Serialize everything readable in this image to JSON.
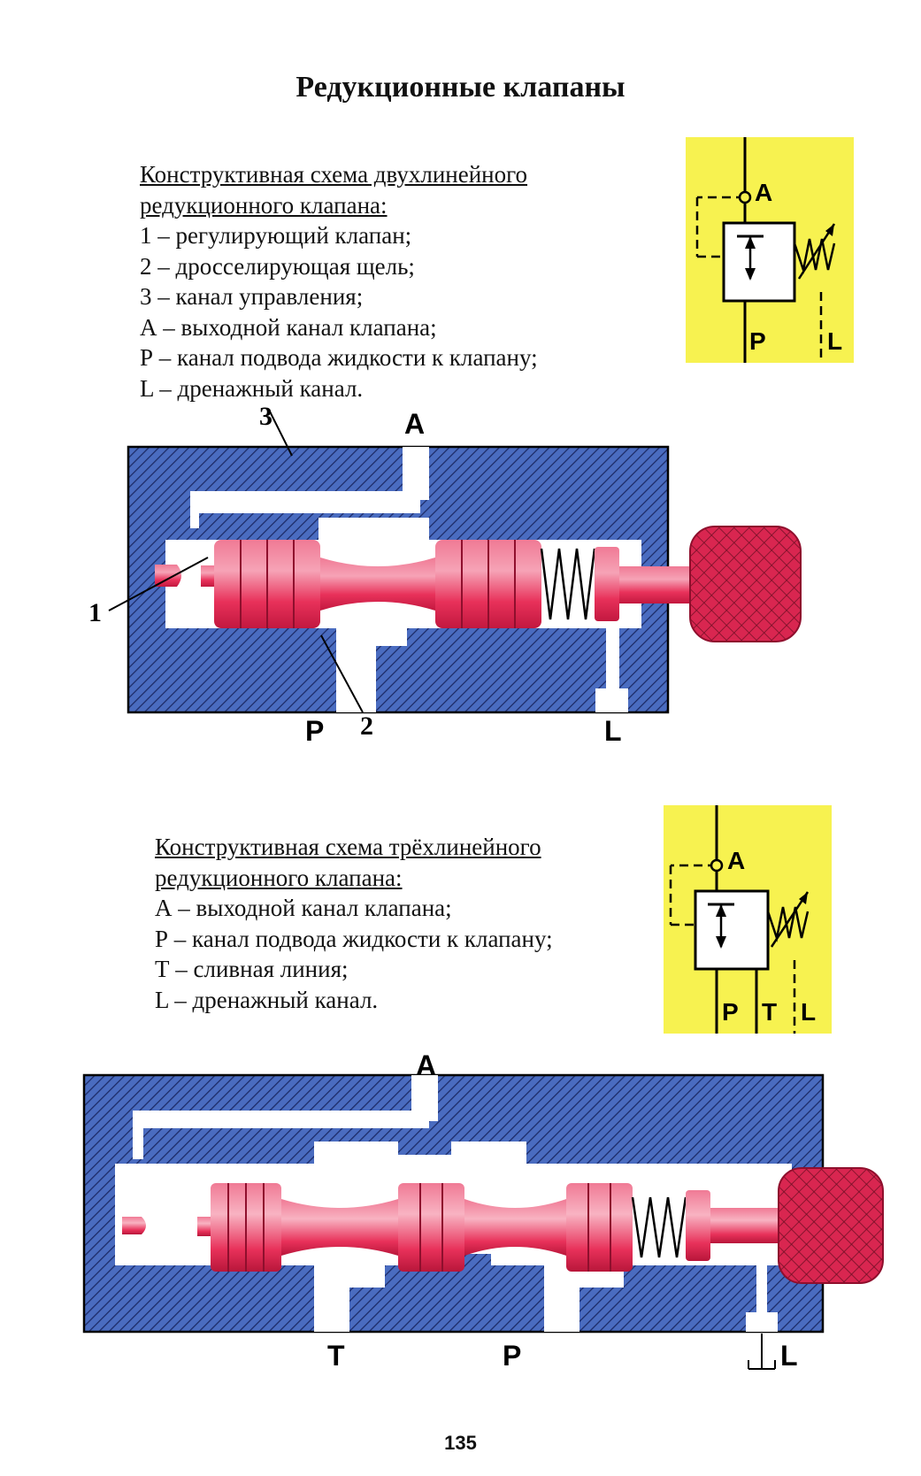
{
  "title": "Редукционные клапаны",
  "section1": {
    "heading_line1": "Конструктивная схема двухлинейного",
    "heading_line2": "редукционного клапана:",
    "items": [
      "1 – регулирующий клапан;",
      "2 – дросселирующая щель;",
      "3 – канал управления;",
      "А – выходной канал клапана;",
      "Р – канал подвода жидкости к клапану;",
      "L – дренажный канал."
    ],
    "symbol_labels": {
      "a": "A",
      "p": "P",
      "l": "L"
    },
    "diagram_labels": {
      "a": "A",
      "p": "P",
      "l": "L",
      "n1": "1",
      "n2": "2",
      "n3": "3"
    }
  },
  "section2": {
    "heading_line1": "Конструктивная схема трёхлинейного",
    "heading_line2": "редукционного клапана:",
    "items": [
      "А – выходной канал клапана;",
      "Р – канал подвода жидкости к клапану;",
      "Т – сливная линия;",
      "L – дренажный канал."
    ],
    "symbol_labels": {
      "a": "A",
      "p": "P",
      "t": "T",
      "l": "L"
    },
    "diagram_labels": {
      "a": "A",
      "t": "T",
      "p": "P",
      "l": "L"
    }
  },
  "colors": {
    "body": "#3d5fb0",
    "spool": "#e8315a",
    "symbol_bg": "#f7f250"
  },
  "page_number": "135"
}
